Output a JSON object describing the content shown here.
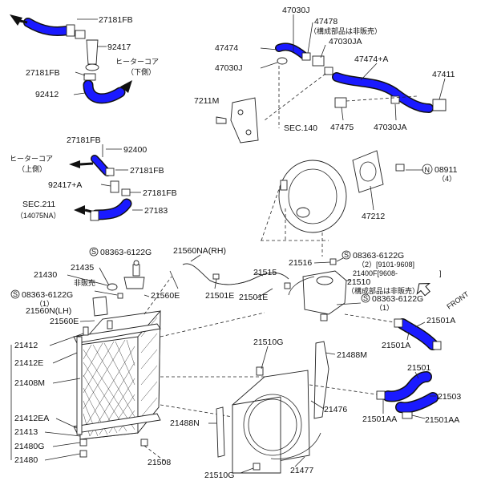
{
  "labels": {
    "p27181fb_a": "27181FB",
    "p92417_a": "92417",
    "p27181fb_b": "27181FB",
    "p92412": "92412",
    "heater_lower_1": "ヒーターコア",
    "heater_lower_2": "（下側）",
    "p27181fb_c": "27181FB",
    "p92400": "92400",
    "heater_upper_1": "ヒーターコア",
    "heater_upper_2": "（上側）",
    "p27181fb_d": "27181FB",
    "p92417a": "92417+A",
    "p27181fb_e": "27181FB",
    "sec211": "SEC.211",
    "sec211_sub": "（14075NA）",
    "p27183": "27183",
    "p47030j_top": "47030J",
    "p47478": "47478",
    "p47478_note": "（構成部品は非販売）",
    "p47030ja_top": "47030JA",
    "p47474": "47474",
    "p47474a": "47474+A",
    "p47030j_mid": "47030J",
    "p47411": "47411",
    "p7211m": "7211M",
    "sec140": "SEC.140",
    "p47475": "47475",
    "p47030ja_mid": "47030JA",
    "p08911": "08911",
    "p08911_sub": "（4）",
    "p08911_prefix": "N",
    "p47212": "47212",
    "p21516": "21516",
    "s_prefix": "S",
    "p08363_right": "08363-6122G",
    "p08363_right_sub": "（2）[9101-9608]",
    "p21400f": "21400F[9608-",
    "p21400f_end": "]",
    "p21510": "21510",
    "p21510_note": "（構成部品は非販売）",
    "p08363_right2": "08363-6122G",
    "p08363_right2_sub": "（1）",
    "front": "FRONT",
    "p08363_topleft": "08363-6122G",
    "p21560na": "21560NA(RH)",
    "p21435": "21435",
    "p21430": "21430",
    "hihanbai": "非販売",
    "p08363_left": "08363-6122G",
    "p08363_left_sub": "（1）",
    "p21560n": "21560N(LH)",
    "p21560e_l": "21560E",
    "p21560e_r": "21560E",
    "p21515": "21515",
    "p21501e_a": "21501E",
    "p21501e_b": "21501E",
    "p21501a_a": "21501A",
    "p21501a_b": "21501A",
    "p21501": "21501",
    "p21503": "21503",
    "p21501aa_a": "21501AA",
    "p21501aa_b": "21501AA",
    "p21510g_top": "21510G",
    "p21488m": "21488M",
    "p21412": "21412",
    "p21412e": "21412E",
    "p21408m": "21408M",
    "p21476": "21476",
    "p21488n": "21488N",
    "p21412ea": "21412EA",
    "p21413": "21413",
    "p21480g": "21480G",
    "p21480": "21480",
    "p21508": "21508",
    "p21510g_bot": "21510G",
    "p21477": "21477"
  },
  "colors": {
    "hose": "#1a1aff",
    "line": "#222222"
  }
}
